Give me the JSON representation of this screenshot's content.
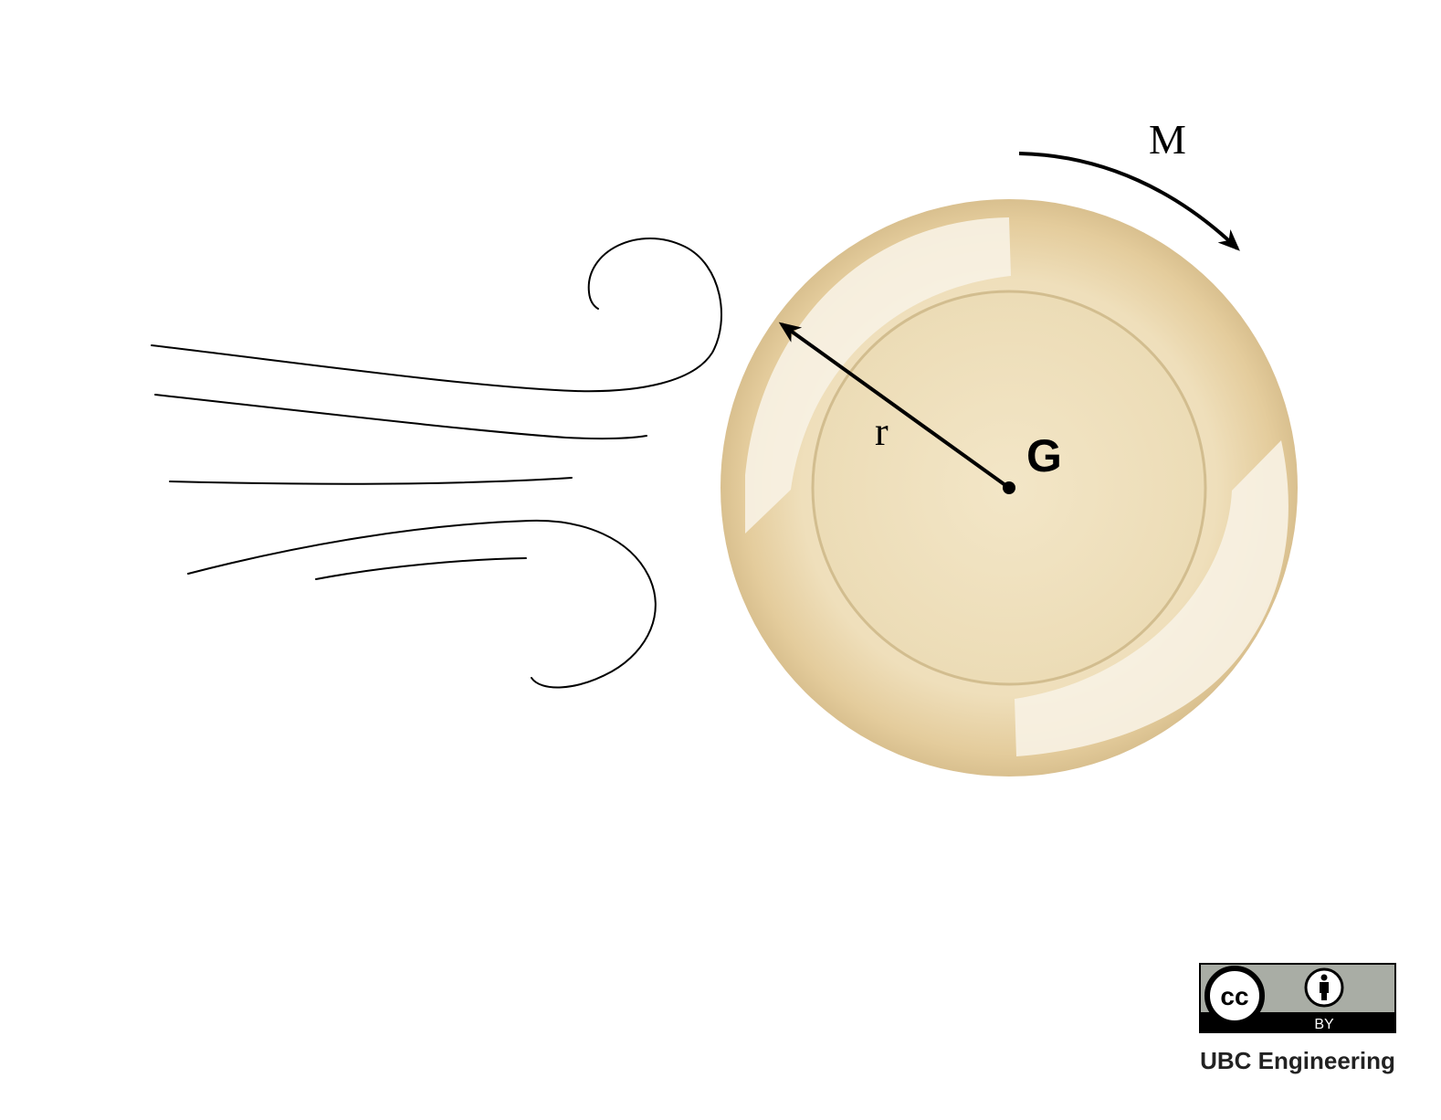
{
  "diagram": {
    "labels": {
      "moment": "M",
      "radius": "r",
      "center": "G"
    },
    "colors": {
      "disk_fill": "#efe0bd",
      "disk_edge": "#d9c293",
      "highlight": "#f7f1e4",
      "inner_ring": "#d3bf92",
      "stroke": "#000000"
    }
  },
  "license": {
    "icon": "cc-by-icon",
    "cc_text": "cc",
    "by_text": "BY",
    "credit": "UBC Engineering",
    "colors": {
      "badge_gray": "#a9ada5",
      "badge_dark": "#000000"
    }
  }
}
